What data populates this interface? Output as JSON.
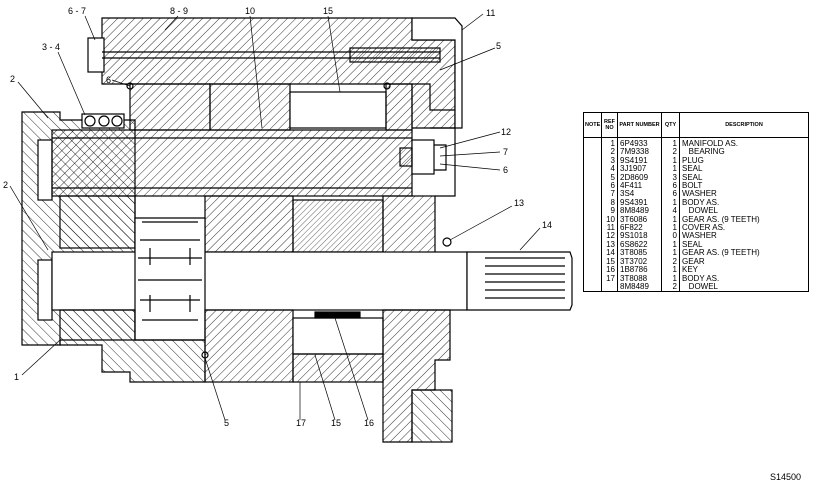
{
  "callouts": [
    {
      "key": "c_6_7",
      "text": "6 - 7"
    },
    {
      "key": "c_8_9",
      "text": "8 - 9"
    },
    {
      "key": "c_10",
      "text": "10"
    },
    {
      "key": "c_15_top",
      "text": "15"
    },
    {
      "key": "c_11",
      "text": "11"
    },
    {
      "key": "c_3_4",
      "text": "3 - 4"
    },
    {
      "key": "c_5_top",
      "text": "5"
    },
    {
      "key": "c_6_left",
      "text": "6"
    },
    {
      "key": "c_2_top",
      "text": "2"
    },
    {
      "key": "c_12",
      "text": "12"
    },
    {
      "key": "c_7",
      "text": "7"
    },
    {
      "key": "c_6_right",
      "text": "6"
    },
    {
      "key": "c_2_left",
      "text": "2"
    },
    {
      "key": "c_13",
      "text": "13"
    },
    {
      "key": "c_14",
      "text": "14"
    },
    {
      "key": "c_1",
      "text": "1"
    },
    {
      "key": "c_5_bottom",
      "text": "5"
    },
    {
      "key": "c_17",
      "text": "17"
    },
    {
      "key": "c_15_bottom",
      "text": "15"
    },
    {
      "key": "c_16",
      "text": "16"
    }
  ],
  "parts_table": {
    "headers": {
      "note": "NOTE",
      "ref": "REF NO",
      "part": "PART NUMBER",
      "qty": "QTY",
      "desc": "DESCRIPTION"
    },
    "rows": [
      {
        "ref": "1",
        "part": "6P4933",
        "qty": "1",
        "desc": "MANIFOLD AS."
      },
      {
        "ref": "2",
        "part": "7M9338",
        "qty": "2",
        "desc": "   BEARING"
      },
      {
        "ref": "3",
        "part": "9S4191",
        "qty": "1",
        "desc": "PLUG"
      },
      {
        "ref": "4",
        "part": "3J1907",
        "qty": "1",
        "desc": "SEAL"
      },
      {
        "ref": "5",
        "part": "2D8609",
        "qty": "3",
        "desc": "SEAL"
      },
      {
        "ref": "6",
        "part": "4F411",
        "qty": "6",
        "desc": "BOLT"
      },
      {
        "ref": "7",
        "part": "3S4",
        "qty": "6",
        "desc": "WASHER"
      },
      {
        "ref": "8",
        "part": "9S4391",
        "qty": "1",
        "desc": "BODY AS."
      },
      {
        "ref": "9",
        "part": "8M8489",
        "qty": "4",
        "desc": "   DOWEL"
      },
      {
        "ref": "10",
        "part": "3T6086",
        "qty": "1",
        "desc": "GEAR AS. (9 TEETH)"
      },
      {
        "ref": "11",
        "part": "6F822",
        "qty": "1",
        "desc": "COVER AS."
      },
      {
        "ref": "12",
        "part": "9S1018",
        "qty": "0",
        "desc": "WASHER"
      },
      {
        "ref": "13",
        "part": "6S8622",
        "qty": "1",
        "desc": "SEAL"
      },
      {
        "ref": "14",
        "part": "3T8085",
        "qty": "1",
        "desc": "GEAR AS. (9 TEETH)"
      },
      {
        "ref": "15",
        "part": "3T3702",
        "qty": "2",
        "desc": "GEAR"
      },
      {
        "ref": "16",
        "part": "1B8786",
        "qty": "1",
        "desc": "KEY"
      },
      {
        "ref": "17",
        "part": "3T8088",
        "qty": "1",
        "desc": "BODY AS."
      },
      {
        "ref": "",
        "part": "8M8489",
        "qty": "2",
        "desc": "   DOWEL"
      }
    ]
  },
  "drawing_number": "S14500"
}
